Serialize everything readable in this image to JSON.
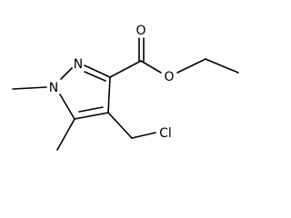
{
  "molecule": {
    "atoms": {
      "n_methyl": "N",
      "n_ring": "N",
      "o_carbonyl": "O",
      "o_ester": "O",
      "chlorine": "Cl"
    }
  },
  "colors": {
    "bond": "#000000",
    "label": "#000000",
    "background": "#ffffff"
  }
}
